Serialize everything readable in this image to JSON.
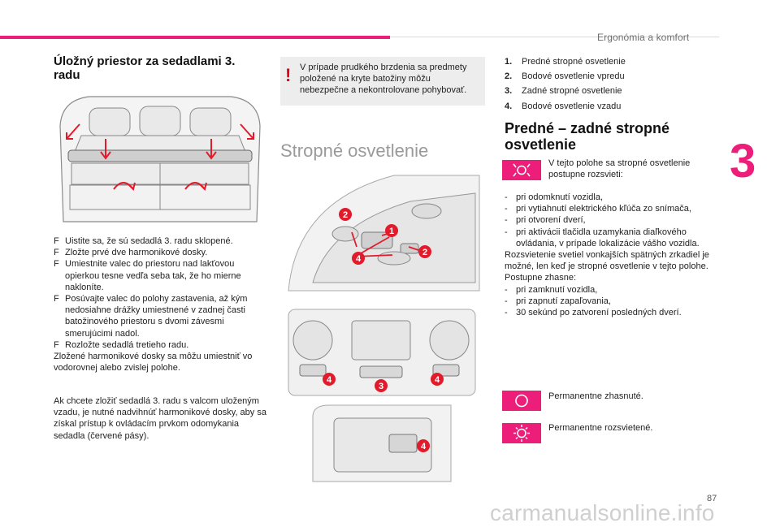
{
  "header": {
    "section_title": "Ergonómia a komfort",
    "chapter_number": "3",
    "page_number": "87",
    "watermark": "carmanualsonline.info"
  },
  "storage": {
    "title": "Úložný priestor za sedadlami 3. radu",
    "steps": [
      {
        "mark": "",
        "text": "Uistite sa, že sú sedadlá 3. radu sklopené."
      },
      {
        "mark": "",
        "text": "Zložte prvé dve harmonikové dosky."
      },
      {
        "mark": "",
        "text": "Umiestnite valec do priestoru nad lakťovou opierkou tesne vedľa seba tak, že ho mierne nakloníte."
      },
      {
        "mark": "",
        "text": "Posúvajte valec do polohy zastavenia, až kým nedosiahne drážky umiestnené v zadnej časti batožinového priestoru s dvomi závesmi smerujúcimi nadol."
      },
      {
        "mark": "",
        "text": "Rozložte sedadlá tretieho radu."
      }
    ],
    "note": "Zložené harmonikové dosky sa môžu umiestniť vo vodorovnej alebo zvislej polohe.",
    "para2": "Ak chcete zložiť sedadlá 3. radu s valcom uloženým vzadu, je nutné nadvihnúť harmonikové dosky, aby sa získal prístup k ovládacím prvkom odomykania sedadla (červené pásy)."
  },
  "warning": {
    "symbol": "!",
    "text": "V prípade prudkého brzdenia sa predmety položené na kryte batožiny môžu nebezpečne a nekontrolovane pohybovať."
  },
  "lighting": {
    "title": "Stropné osvetlenie",
    "callouts": [
      "1",
      "2",
      "3",
      "4"
    ],
    "legend": [
      {
        "n": "1.",
        "label": "Predné stropné osvetlenie"
      },
      {
        "n": "2.",
        "label": "Bodové osvetlenie vpredu"
      },
      {
        "n": "3.",
        "label": "Zadné stropné osvetlenie"
      },
      {
        "n": "4.",
        "label": "Bodové osvetlenie vzadu"
      }
    ]
  },
  "front_rear": {
    "title": "Predné – zadné stropné osvetlenie",
    "auto_intro": "V tejto polohe sa stropné osvetlenie postupne rozsvieti:",
    "on_list": [
      "pri odomknutí vozidla,",
      "pri vytiahnutí elektrického kľúča zo snímača,",
      "pri otvorení dverí,",
      "pri aktivácii tlačidla uzamykania diaľkového ovládania, v prípade lokalizácie vášho vozidla."
    ],
    "list_mark": "-",
    "mirror_text": "Rozsvietenie svetiel vonkajších spätných zrkadiel je možné, len keď je stropné osvetlenie v tejto polohe.",
    "off_intro": "Postupne zhasne:",
    "off_list": [
      "pri zamknutí vozidla,",
      "pri zapnutí zapaľovania,",
      "30 sekúnd po zatvorení posledných dverí."
    ],
    "perm_off": "Permanentne zhasnuté.",
    "perm_on": "Permanentne rozsvietené."
  },
  "colors": {
    "accent": "#ec1e79",
    "warning": "#e0001b",
    "callout": "#e21b2c"
  }
}
